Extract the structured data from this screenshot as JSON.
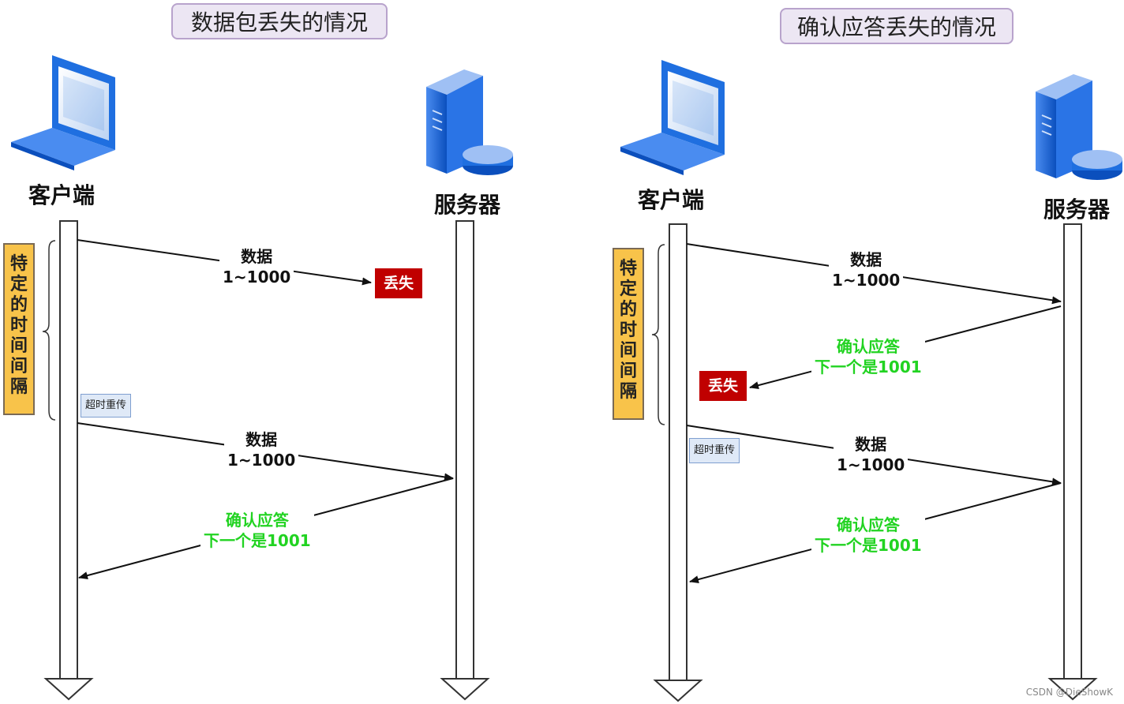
{
  "left": {
    "title": "数据包丢失的情况",
    "client_label": "客户端",
    "server_label": "服务器",
    "interval_label": "特定的时间间隔",
    "lost_label": "丢失",
    "retransmit_label": "超时重传",
    "msg1": {
      "line1": "数据",
      "line2": "1~1000"
    },
    "msg2": {
      "line1": "数据",
      "line2": "1~1000"
    },
    "ack": {
      "line1": "确认应答",
      "line2": "下一个是1001"
    }
  },
  "right": {
    "title": "确认应答丢失的情况",
    "client_label": "客户端",
    "server_label": "服务器",
    "interval_label": "特定的时间间隔",
    "lost_label": "丢失",
    "retransmit_label": "超时重传",
    "msg1": {
      "line1": "数据",
      "line2": "1~1000"
    },
    "ack1": {
      "line1": "确认应答",
      "line2": "下一个是1001"
    },
    "msg2": {
      "line1": "数据",
      "line2": "1~1000"
    },
    "ack2": {
      "line1": "确认应答",
      "line2": "下一个是1001"
    }
  },
  "watermark": "CSDN @DieShowK",
  "colors": {
    "title_bg": "#ece6f3",
    "interval_bg": "#f8c34a",
    "lost_bg": "#c00000",
    "ack_text": "#21d321",
    "retransmit_bg": "#dfe9f7",
    "device_blue": "#1f6fe0"
  },
  "icons": [
    "laptop-icon",
    "server-icon"
  ]
}
